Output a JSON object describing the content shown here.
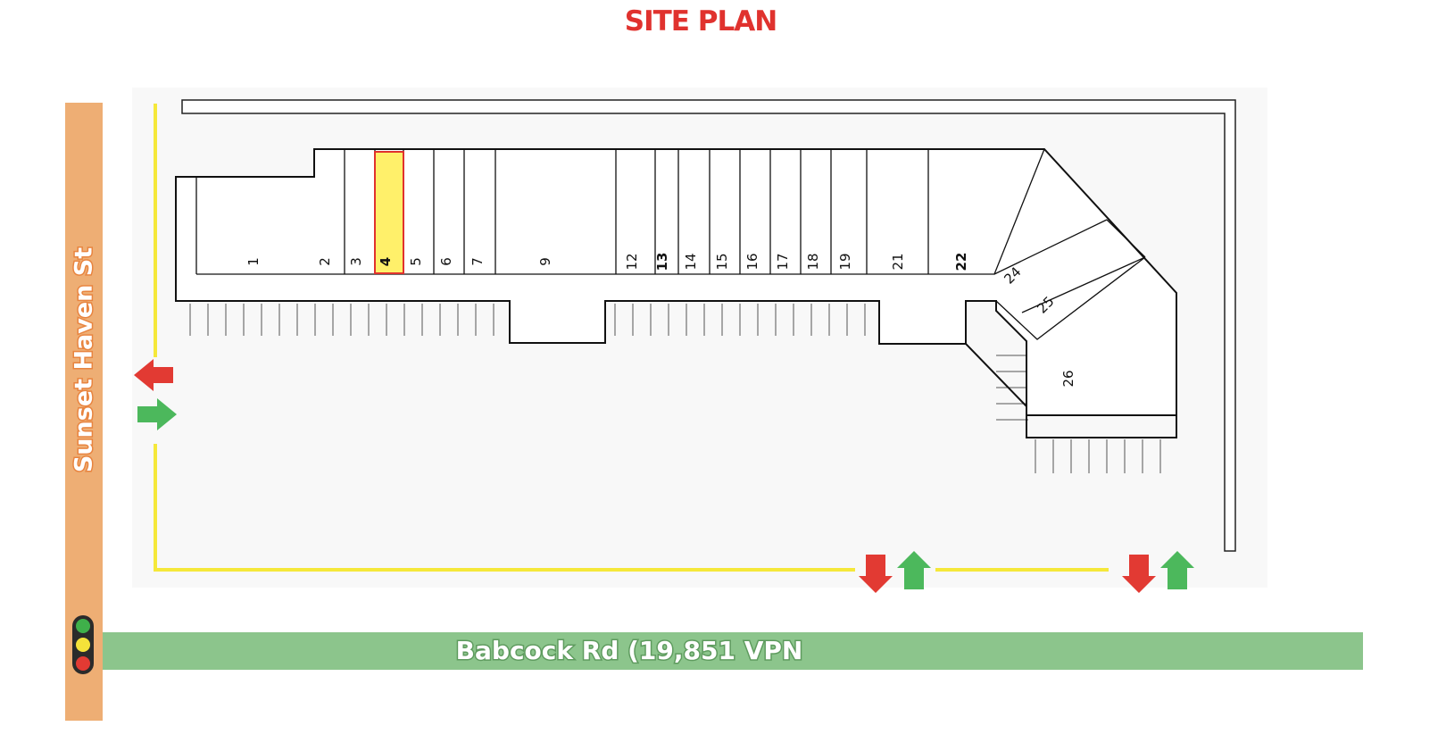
{
  "title": "SITE PLAN",
  "streets": {
    "vertical": "Sunset Haven St",
    "horizontal": "Babcock Rd (19,851 VPN"
  },
  "units": [
    "1",
    "2",
    "3",
    "4",
    "5",
    "6",
    "7",
    "9",
    "12",
    "13",
    "14",
    "15",
    "16",
    "17",
    "18",
    "19",
    "21",
    "22",
    "24",
    "25",
    "26"
  ],
  "highlighted_unit": "4",
  "colors": {
    "title": "#e0322e",
    "vertical_street": "#eeae74",
    "horizontal_street": "#8cc58c",
    "highlight": "#fff06a",
    "highlight_border": "#e0322e",
    "drive_line": "#f5e83a",
    "arrow_in": "#4cb85c",
    "arrow_out": "#e23a33"
  },
  "icons": [
    "traffic-light-icon",
    "entry-arrow-icon",
    "exit-arrow-icon"
  ]
}
